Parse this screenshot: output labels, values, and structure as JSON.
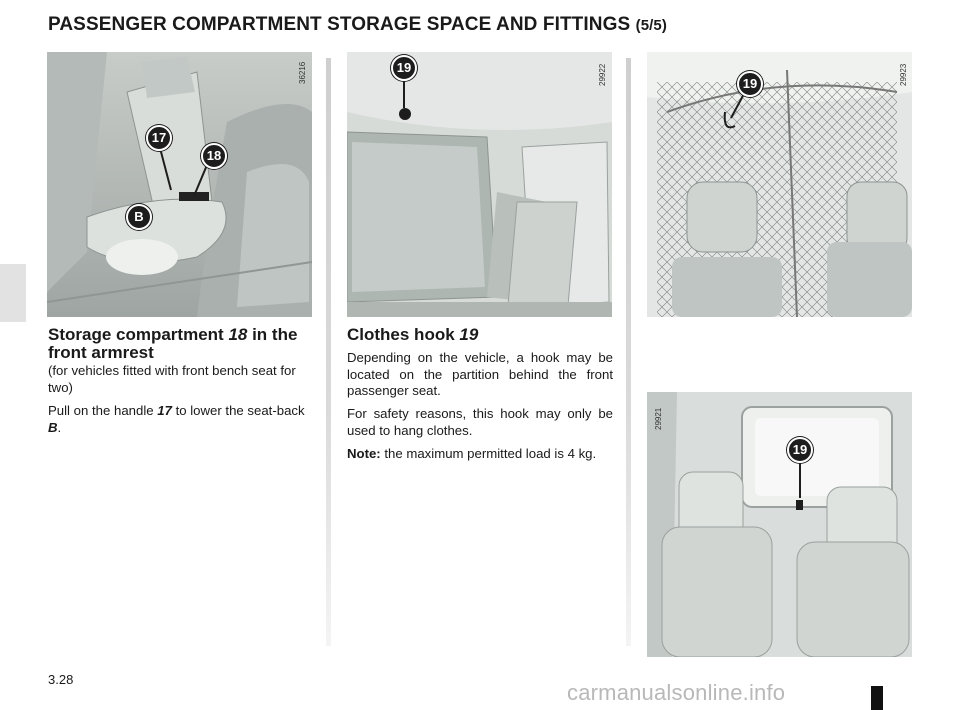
{
  "header": {
    "title": "PASSENGER COMPARTMENT STORAGE SPACE AND FITTINGS",
    "part": "(5/5)"
  },
  "figures": {
    "fig1": {
      "ref": "36216",
      "callouts": [
        "17",
        "18",
        "B"
      ]
    },
    "fig2": {
      "ref": "29922",
      "callouts": [
        "19"
      ]
    },
    "fig3": {
      "ref": "29923",
      "callouts": [
        "19"
      ]
    },
    "fig4": {
      "ref": "29921",
      "callouts": [
        "19"
      ]
    }
  },
  "section1": {
    "heading_pre": "Storage compartment ",
    "heading_num": "18",
    "heading_post": " in the front armrest",
    "subtitle": "(for vehicles fitted with front bench seat for two)",
    "p1_pre": "Pull on the handle ",
    "p1_num": "17",
    "p1_mid": " to lower the seat-back ",
    "p1_letter": "B",
    "p1_end": "."
  },
  "section2": {
    "heading_pre": "Clothes hook ",
    "heading_num": "19",
    "p1": "Depending on the vehicle, a hook may be located on the partition behind the front passenger seat.",
    "p2": "For safety reasons, this hook may only be used to hang clothes.",
    "note_label": "Note:",
    "note_text": " the maximum permitted load is 4 kg."
  },
  "footer": {
    "page_number": "3.28",
    "watermark": "carmanualsonline.info"
  }
}
